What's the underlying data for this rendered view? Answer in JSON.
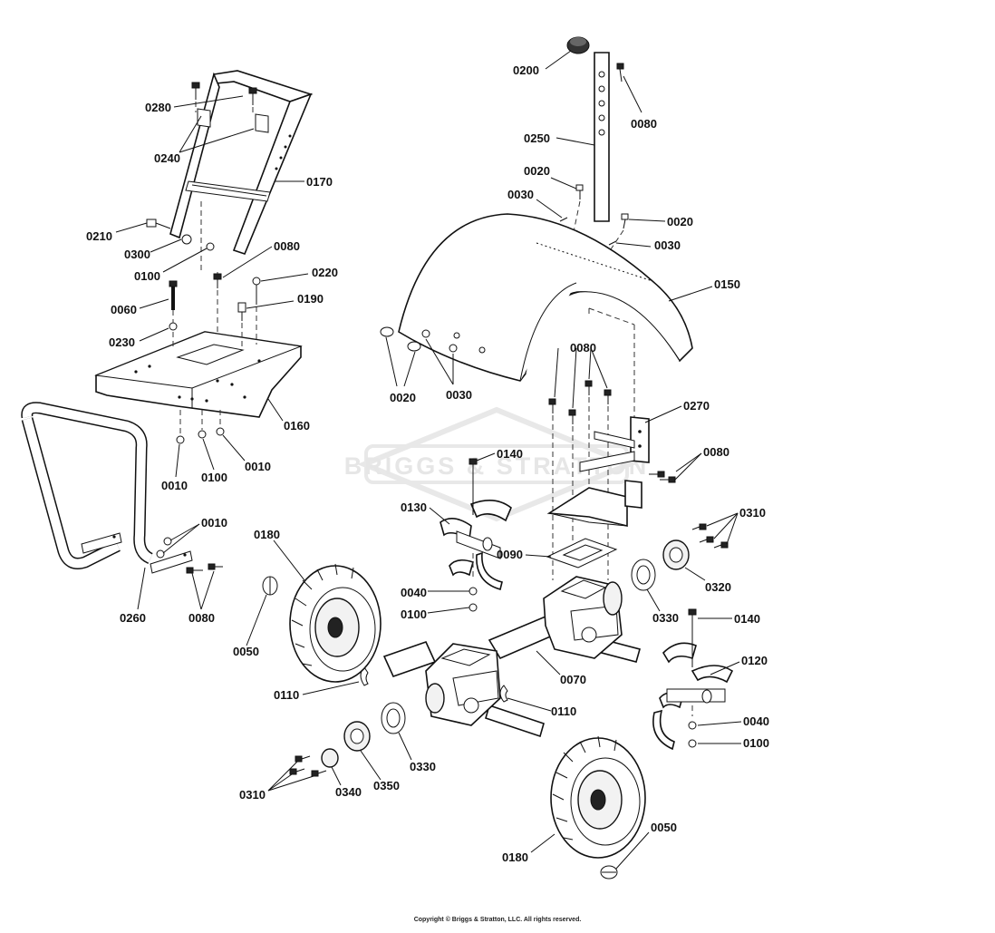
{
  "diagram": {
    "watermark": "BRIGGS & STRATTON",
    "copyright": "Copyright © Briggs & Stratton, LLC. All rights reserved.",
    "callouts": [
      {
        "id": "c0200",
        "label": "0200"
      },
      {
        "id": "c0080a",
        "label": "0080"
      },
      {
        "id": "c0250",
        "label": "0250"
      },
      {
        "id": "c0020a",
        "label": "0020"
      },
      {
        "id": "c0030a",
        "label": "0030"
      },
      {
        "id": "c0020b",
        "label": "0020"
      },
      {
        "id": "c0030b",
        "label": "0030"
      },
      {
        "id": "c0150",
        "label": "0150"
      },
      {
        "id": "c0280",
        "label": "0280"
      },
      {
        "id": "c0240",
        "label": "0240"
      },
      {
        "id": "c0170",
        "label": "0170"
      },
      {
        "id": "c0210",
        "label": "0210"
      },
      {
        "id": "c0300",
        "label": "0300"
      },
      {
        "id": "c0100a",
        "label": "0100"
      },
      {
        "id": "c0080b",
        "label": "0080"
      },
      {
        "id": "c0220",
        "label": "0220"
      },
      {
        "id": "c0060",
        "label": "0060"
      },
      {
        "id": "c0190",
        "label": "0190"
      },
      {
        "id": "c0230",
        "label": "0230"
      },
      {
        "id": "c0160",
        "label": "0160"
      },
      {
        "id": "c0010a",
        "label": "0010"
      },
      {
        "id": "c0100b",
        "label": "0100"
      },
      {
        "id": "c0010b",
        "label": "0010"
      },
      {
        "id": "c0020c",
        "label": "0020"
      },
      {
        "id": "c0030c",
        "label": "0030"
      },
      {
        "id": "c0080c",
        "label": "0080"
      },
      {
        "id": "c0270",
        "label": "0270"
      },
      {
        "id": "c0080d",
        "label": "0080"
      },
      {
        "id": "c0140a",
        "label": "0140"
      },
      {
        "id": "c0130",
        "label": "0130"
      },
      {
        "id": "c0310a",
        "label": "0310"
      },
      {
        "id": "c0010c",
        "label": "0010"
      },
      {
        "id": "c0180a",
        "label": "0180"
      },
      {
        "id": "c0090",
        "label": "0090"
      },
      {
        "id": "c0320",
        "label": "0320"
      },
      {
        "id": "c0260",
        "label": "0260"
      },
      {
        "id": "c0080e",
        "label": "0080"
      },
      {
        "id": "c0040a",
        "label": "0040"
      },
      {
        "id": "c0100c",
        "label": "0100"
      },
      {
        "id": "c0330a",
        "label": "0330"
      },
      {
        "id": "c0140b",
        "label": "0140"
      },
      {
        "id": "c0050a",
        "label": "0050"
      },
      {
        "id": "c0120",
        "label": "0120"
      },
      {
        "id": "c0070",
        "label": "0070"
      },
      {
        "id": "c0110a",
        "label": "0110"
      },
      {
        "id": "c0110b",
        "label": "0110"
      },
      {
        "id": "c0040b",
        "label": "0040"
      },
      {
        "id": "c0100d",
        "label": "0100"
      },
      {
        "id": "c0330b",
        "label": "0330"
      },
      {
        "id": "c0310b",
        "label": "0310"
      },
      {
        "id": "c0340",
        "label": "0340"
      },
      {
        "id": "c0350",
        "label": "0350"
      },
      {
        "id": "c0050b",
        "label": "0050"
      },
      {
        "id": "c0180b",
        "label": "0180"
      }
    ]
  }
}
